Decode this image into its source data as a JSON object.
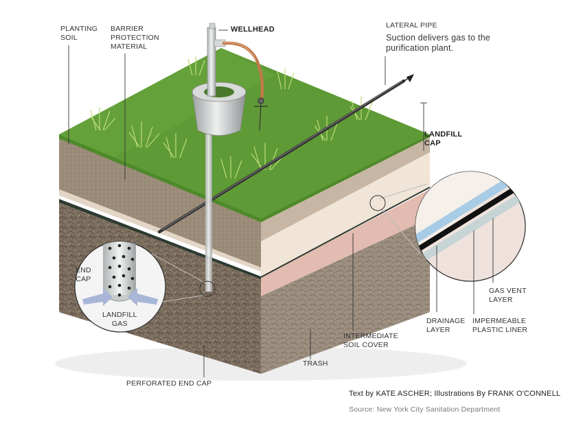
{
  "labels": {
    "planting_soil": "PLANTING\nSOIL",
    "barrier_protection": "BARRIER\nPROTECTION\nMATERIAL",
    "wellhead": "WELLHEAD",
    "lateral_pipe": "LATERAL PIPE",
    "lateral_pipe_desc": "Suction delivers gas to the\npurification plant.",
    "landfill_cap": "LANDFILL\nCAP",
    "end_cap": "END\nCAP",
    "landfill_gas": "LANDFILL\nGAS",
    "gas_vent_layer": "GAS VENT\nLAYER",
    "drainage_layer": "DRAINAGE\nLAYER",
    "impermeable_liner": "IMPERMEABLE\nPLASTIC LINER",
    "intermediate_soil_cover": "INTERMEDIATE\nSOIL COVER",
    "trash": "TRASH",
    "perforated_end_cap": "PERFORATED END CAP"
  },
  "credits": {
    "text_by": "Text by KATE ASCHER; Illustrations By FRANK O'CONNELL",
    "source": "Source: New York City Sanitation Department"
  },
  "colors": {
    "grass": "#5e9a35",
    "planting_soil": "#9a8a78",
    "barrier": "#f0e2d2",
    "intermediate": "#e2bcb0",
    "trash": "#7f7161",
    "pipe": "#d4d6d6",
    "drainage": "#a8cce6",
    "liner": "#111111",
    "vent": "#c7d4d6"
  }
}
